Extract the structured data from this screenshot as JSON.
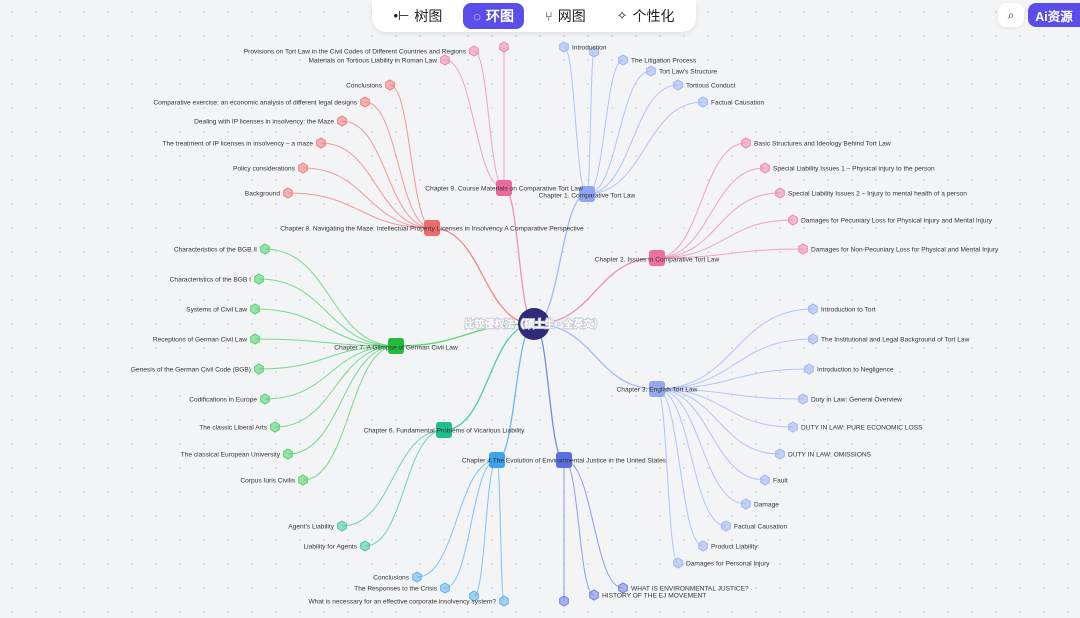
{
  "toolbar": {
    "tabs": [
      {
        "icon": "•⊢",
        "label": "树图"
      },
      {
        "icon": "◌",
        "label": "环图"
      },
      {
        "icon": "⑂",
        "label": "网图"
      },
      {
        "icon": "✧",
        "label": "个性化"
      }
    ],
    "active_index": 1,
    "search_icon": "⌕",
    "ai_label": "Ai资源"
  },
  "colors": {
    "red": "#f37a7a",
    "pink": "#ef86b0",
    "blue": "#9ab4f5",
    "green": "#4fd16c",
    "teal": "#43c9a0",
    "sky": "#5bb3f0",
    "indigo": "#6b7fe8",
    "center": "#2f2b7a"
  },
  "center": {
    "label": "比较侵权法（硕士生 · 全英文）"
  },
  "branches": {
    "ch1": {
      "label": "Chapter 1. Comparative Tort Law",
      "leaves": [
        "Introduction",
        "The Litigation Process",
        "Tort Law's Structure",
        "Tortious Conduct",
        "Factual Causation"
      ]
    },
    "ch2": {
      "label": "Chapter 2. Issues in Comparative Tort Law",
      "leaves": [
        "Basic Structures and Ideology Behind Tort Law",
        "Special Liability Issues 1 – Physical injury to the person",
        "Special Liability Issues 2 – Injury to mental health of a person",
        "Damages for Pecuniary Loss for Physical Injury and Mental Injury",
        "Damages for Non-Pecuniary Loss for Physical and Mental Injury"
      ]
    },
    "ch3": {
      "label": "Chapter 3. English Tort Law",
      "leaves": [
        "Introduction to Tort",
        "The Institutional and Legal Background of Tort Law",
        "Introduction to Negligence",
        "Duty in Law: General Overview",
        "DUTY IN LAW: PURE ECONOMIC LOSS",
        "DUTY IN LAW: OMISSIONS",
        "Fault",
        "Damage",
        "Factual Causation",
        "Product Liability",
        "Damages for Personal Injury"
      ]
    },
    "ch4": {
      "label": "Chapter 4.The Evolution of Environmental Justice in the United States",
      "leaves": [
        "WHAT IS ENVIRONMENTAL JUSTICE?",
        "HISTORY OF THE EJ MOVEMENT"
      ]
    },
    "ch5": {
      "label": "",
      "leaves": [
        "Conclusions",
        "The Responses to the Crisis",
        "What is necessary for an effective corporate insolvency system?"
      ]
    },
    "ch6": {
      "label": "Chapter 6. Fundamental Problems of Vicarious Liability",
      "leaves": [
        "Agent’s Liability",
        "Liability for Agents"
      ]
    },
    "ch7": {
      "label": "Chapter 7. A Glimpse of German Civil Law",
      "leaves": [
        "Characteristics of the BGB II",
        "Characteristics of the BGB I",
        "Systems of Civil Law",
        "Receptions of German Civil Law",
        "Genesis of the German Civil Code (BGB)",
        "Codifications in Europe",
        "The classic Liberal Arts",
        "The classical European University",
        "Corpus Iuris Civilis"
      ]
    },
    "ch8": {
      "label": "Chapter 8. Navigating the Maze: Intellectual Property Licenses in Insolvency A Comparative Perspective",
      "leaves": [
        "Conclusions",
        "Comparative exercise: an economic analysis of different legal designs",
        "Dealing with IP licenses in insolvency: the Maze",
        "The treatment of IP licenses in insolvency – a maze",
        "Policy considerations",
        "Background"
      ]
    },
    "ch9": {
      "label": "Chapter 9. Course Materials on Comparative Tort Law",
      "leaves": [
        "Provisions on Tort Law in the Civil Codes of Different Countries and Regions",
        "Materials on Tortious Liability in Roman Law"
      ]
    }
  }
}
